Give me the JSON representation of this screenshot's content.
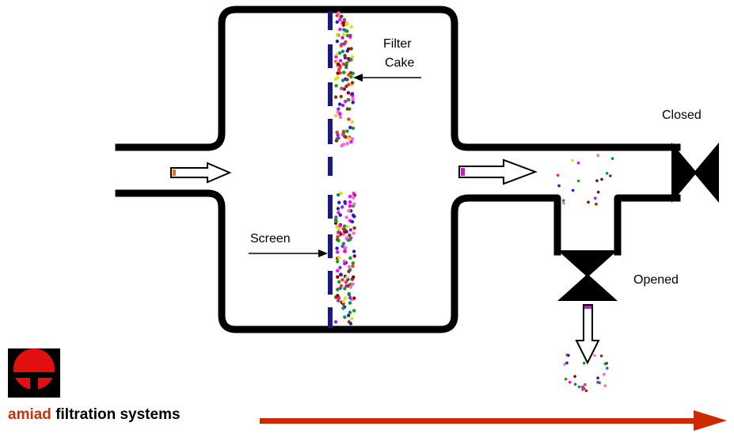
{
  "labels": {
    "filter_cake_line1": "Filter",
    "filter_cake_line2": "Cake",
    "screen": "Screen",
    "closed": "Closed",
    "opened": "Opened"
  },
  "brand": {
    "name": "amiad",
    "tagline": "filtration systems"
  },
  "colors": {
    "pipe": "#000000",
    "screen": "#1a1a7a",
    "inlet_arrow": "#e07020",
    "outlet_arrow": "#c020c0",
    "drain_arrow": "#c020c0",
    "brand_red": "#cc2a00",
    "logo_red": "#e01010"
  },
  "particle_colors": [
    "#7a3b0a",
    "#2020c0",
    "#10a010",
    "#ff00ff",
    "#e0e010",
    "#ff3030",
    "#8a2be2",
    "#009060",
    "#ff66cc",
    "#8b0000"
  ]
}
